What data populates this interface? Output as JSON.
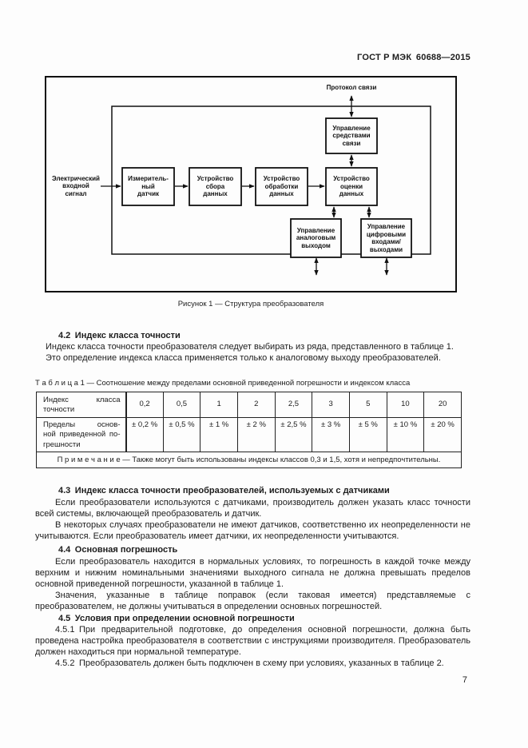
{
  "header": {
    "doc_number": "ГОСТ Р МЭК 60688—2015"
  },
  "figure": {
    "caption": "Рисунок 1 — Структура преобразователя",
    "labels": {
      "protocol": "Протокол связи",
      "input_signal": "Электрический\nвходной\nсигнал",
      "sensor": "Измеритель-\nный\nдатчик",
      "acquisition": "Устройство\nсбора\nданных",
      "processing": "Устройство\nобработки\nданных",
      "evaluation": "Устройство\nоценки\nданных",
      "comms_control": "Управление\nсредствами\nсвязи",
      "analog_output_control": "Управление\nаналоговым\nвыходом",
      "digital_io_control": "Управление\nцифровыми\nвходами/\nвыходами"
    }
  },
  "sections": {
    "s42": {
      "heading": "4.2 Индекс класса точности",
      "p1": "Индекс класса точности преобразователя следует выбирать из ряда, представленного в таблице 1.",
      "p2": "Это определение индекса класса применяется только к аналоговому выходу преобразователей."
    },
    "s43": {
      "heading": "4.3 Индекс класса точности преобразователей, используемых с датчиками",
      "p1": "Если преобразователи используются с датчиками, производитель должен указать класс точности всей системы, включающей преобразователь и датчик.",
      "p2": "В некоторых случаях преобразователи не имеют датчиков, соответственно их неопределенности не учитываются. Если преобразователь имеет датчики, их неопределенности учитываются."
    },
    "s44": {
      "heading": "4.4 Основная погрешность",
      "p1": "Если преобразователь находится в нормальных условиях, то погрешность в каждой точке между верхним и нижним номинальными значениями выходного сигнала не должна превышать пределов основной приведенной погрешности, указанной в таблице 1.",
      "p2": "Значения, указанные в таблице поправок (если таковая имеется) представляемые с преобразователем, не должны учитываться в определении основных погрешностей."
    },
    "s45": {
      "heading": "4.5 Условия при определении основной погрешности",
      "p1": "4.5.1 При предварительной подготовке, до определения основной погрешности, должна быть проведена настройка преобразователя в соответствии с инструкциями производителя. Преобразователь должен находиться при нормальной температуре.",
      "p2": "4.5.2 Преобразователь должен быть подключен в схему при условиях, указанных в таблице 2."
    }
  },
  "table1": {
    "caption": "Т а б л и ц а  1 — Соотношение между пределами основной приведенной погрешности и индексом класса",
    "row_headers": {
      "class_index": "Индекс класса\nточности",
      "limits": "Пределы основ-\nной приведенной по-\nгрешности"
    },
    "class_indices": [
      "0,2",
      "0,5",
      "1",
      "2",
      "2,5",
      "3",
      "5",
      "10",
      "20"
    ],
    "error_limits": [
      "± 0,2 %",
      "± 0,5 %",
      "± 1 %",
      "± 2 %",
      "± 2,5 %",
      "± 3 %",
      "± 5 %",
      "± 10 %",
      "± 20 %"
    ],
    "note": "П р и м е ч а н и е — Также могут быть использованы индексы классов 0,3 и 1,5, хотя и непредпочтительны."
  },
  "footer": {
    "page_number": "7"
  }
}
